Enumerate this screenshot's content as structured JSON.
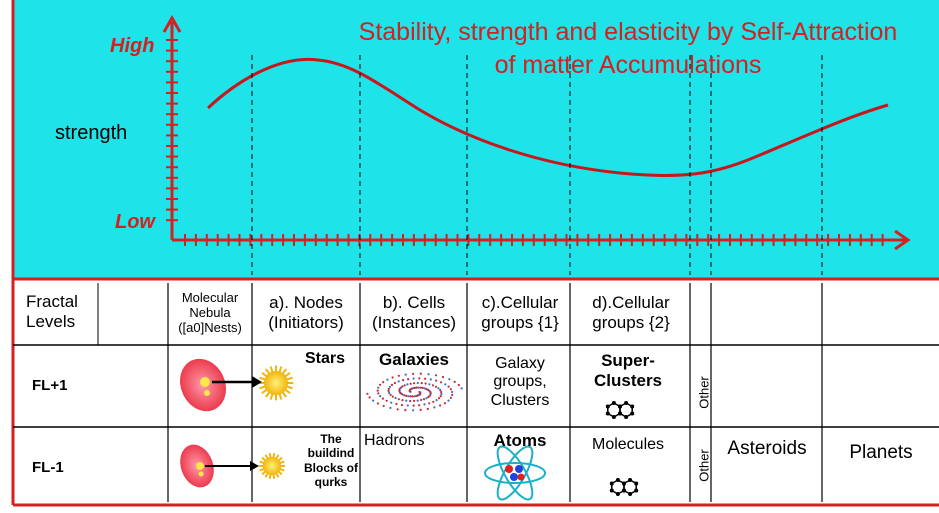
{
  "colors": {
    "top_bg": "#1ee3e8",
    "accent": "#d42020",
    "curve": "#c8161d",
    "grid": "#000000",
    "galaxy": "#c8283c",
    "sun": "#f2c40c",
    "nebula": "#e8283c"
  },
  "chart": {
    "title_line1": "Stability, strength and elasticity by Self-Attraction",
    "title_line2": "of matter Accumulations",
    "y_high": "High",
    "y_low": "Low",
    "ylabel": "strength"
  },
  "chart_data": {
    "type": "line",
    "title": "Stability, strength and elasticity by Self-Attraction of matter Accumulations",
    "ylabel": "strength",
    "ytick_labels": [
      "Low",
      "High"
    ],
    "grid": "dashed vertical separators",
    "curve_shape": "rises to a peak at left, falls to a minimum right of centre, rises again at right"
  },
  "table": {
    "header": {
      "levels": "Fractal Levels",
      "nebula": "Molecular Nebula ([a0]Nests)",
      "nodes": "a). Nodes (Initiators)",
      "cells": "b). Cells (Instances)",
      "groups1": "c).Cellular groups {1}",
      "groups2": "d).Cellular groups {2}"
    },
    "fl_plus": {
      "label": "FL+1",
      "nodes": "Stars",
      "cells": "Galaxies",
      "groups1": "Galaxy groups, Clusters",
      "groups2": "Super-Clusters",
      "other": "Other"
    },
    "fl_minus": {
      "label": "FL-1",
      "nodes": "The buildind Blocks of qurks",
      "cells": "Hadrons",
      "groups1": "Atoms",
      "groups2": "Molecules",
      "other": "Other",
      "asteroids": "Asteroids",
      "planets": "Planets"
    }
  }
}
